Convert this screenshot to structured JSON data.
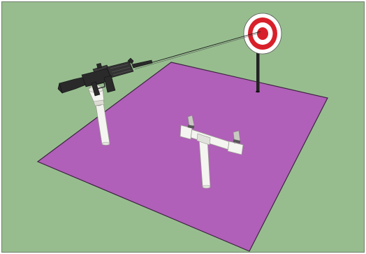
{
  "scene": {
    "subject": "3d-model-viewport",
    "colors": {
      "background": "#97bd8f",
      "ground_mat": "#b060b8",
      "ground_mat_edge": "#3e2340",
      "pvc_pipe": "#f4f4f0",
      "pvc_shade": "#c9c9c2",
      "target_red": "#d8202a",
      "target_white": "#ffffff",
      "target_post": "#222222",
      "rifle": "#2a2a2a",
      "sight_line": "#1a1a1a"
    },
    "objects": [
      {
        "id": "ground-mat",
        "icon": "purple-mat"
      },
      {
        "id": "target",
        "icon": "bullseye-target",
        "rings": 3
      },
      {
        "id": "target-post",
        "icon": "black-post"
      },
      {
        "id": "rifle",
        "icon": "assault-rifle"
      },
      {
        "id": "rifle-stand",
        "icon": "pvc-stand"
      },
      {
        "id": "t-stand",
        "icon": "pvc-t-stand"
      },
      {
        "id": "sight-line",
        "icon": "aim-line"
      }
    ]
  }
}
